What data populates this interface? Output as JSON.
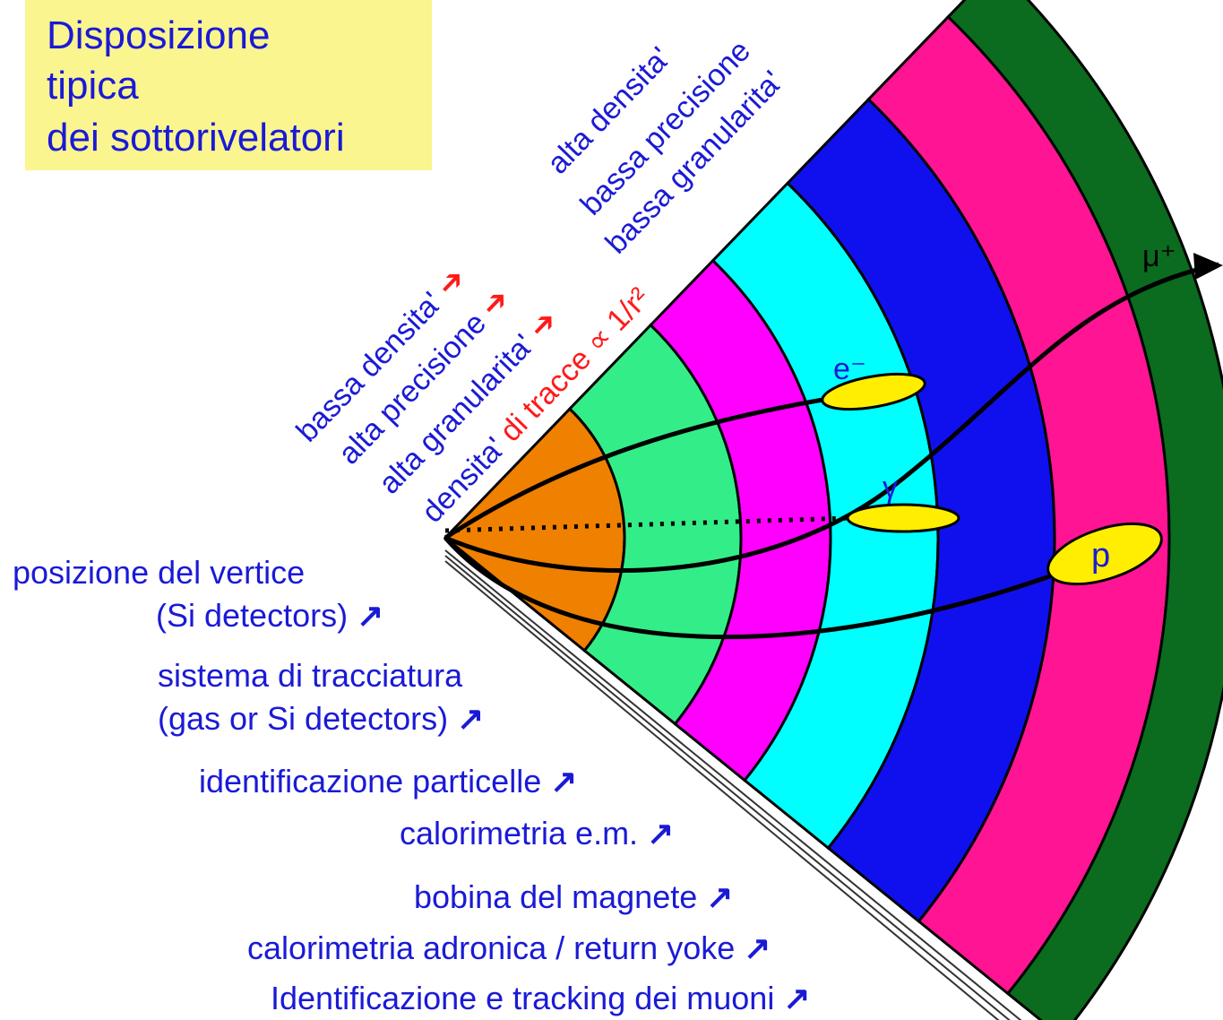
{
  "title": {
    "line1": "Disposizione",
    "line2": "tipica",
    "line3": "dei sottorivelatori"
  },
  "trend_labels": {
    "bassa_densita": "bassa densita'",
    "alta_precisione": "alta precisione",
    "alta_granularita": "alta granularita'",
    "densita_prefix": "densita'",
    "di_tracce": " di tracce ",
    "proportional": "∝ 1/r²",
    "alta_densita": "alta densita'",
    "bassa_precisione": "bassa precisione",
    "bassa_granularita": "bassa granularita'"
  },
  "layers": [
    {
      "name": "posizione del vertice",
      "sub": "(Si detectors)",
      "color": "#f08000"
    },
    {
      "name": "sistema di tracciatura",
      "sub": "(gas or Si detectors)",
      "color": "#33ee88"
    },
    {
      "name": "identificazione particelle",
      "color": "#ff00ff"
    },
    {
      "name": "calorimetria e.m.",
      "color": "#00ffff"
    },
    {
      "name": "bobina del magnete",
      "color": "#1010ee"
    },
    {
      "name": "calorimetria adronica / return yoke",
      "color": "#ff1493"
    },
    {
      "name": "Identificazione e tracking dei muoni",
      "color": "#0b6b1e"
    }
  ],
  "particles": {
    "muon": "μ⁺",
    "electron": "e⁻",
    "photon": "γ",
    "proton": "p"
  },
  "arrow_glyph": "↗",
  "colors": {
    "text_blue": "#1a1ad6",
    "text_red": "#ff1a1a",
    "title_bg": "#fbf58f",
    "cluster": "#ffee00"
  }
}
